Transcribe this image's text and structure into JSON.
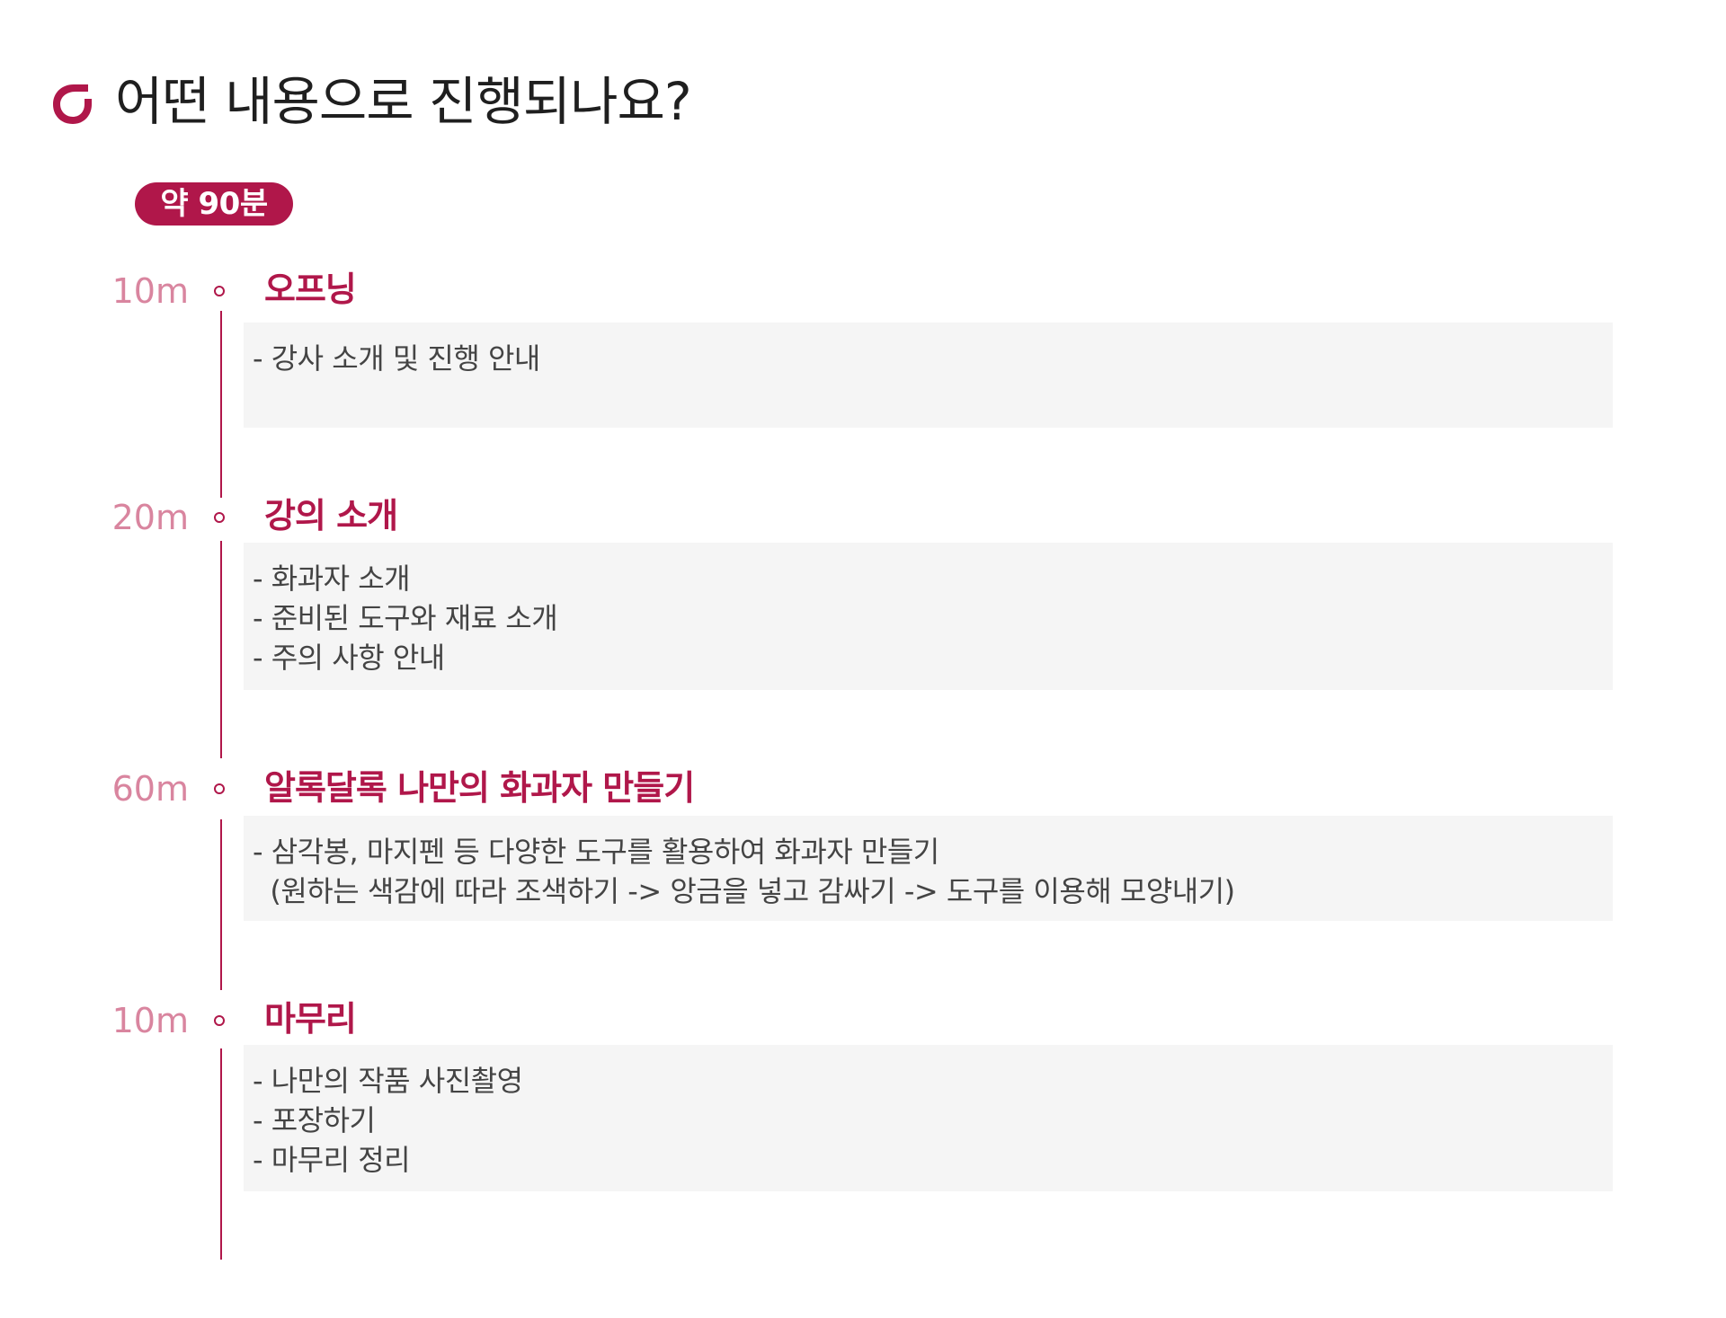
{
  "header": {
    "title": "어떤 내용으로 진행되나요?",
    "icon": "brand-logo-icon",
    "accent_color": "#b0174a"
  },
  "duration_badge": {
    "label": "약 90분"
  },
  "timeline": {
    "time_label_color": "#d9859f",
    "box_color": "#f5f5f5",
    "sections": [
      {
        "time": "10m",
        "title": "오프닝",
        "lines": [
          "- 강사 소개 및 진행 안내"
        ]
      },
      {
        "time": "20m",
        "title": "강의 소개",
        "lines": [
          "- 화과자 소개",
          "- 준비된 도구와 재료 소개",
          "- 주의 사항 안내"
        ]
      },
      {
        "time": "60m",
        "title": "알록달록 나만의 화과자 만들기",
        "lines": [
          "- 삼각봉, 마지펜 등 다양한 도구를 활용하여 화과자 만들기",
          "  (원하는 색감에 따라 조색하기 -> 앙금을 넣고 감싸기 -> 도구를 이용해 모양내기)"
        ]
      },
      {
        "time": "10m",
        "title": "마무리",
        "lines": [
          "- 나만의 작품 사진촬영",
          "- 포장하기",
          "- 마무리 정리"
        ]
      }
    ]
  }
}
